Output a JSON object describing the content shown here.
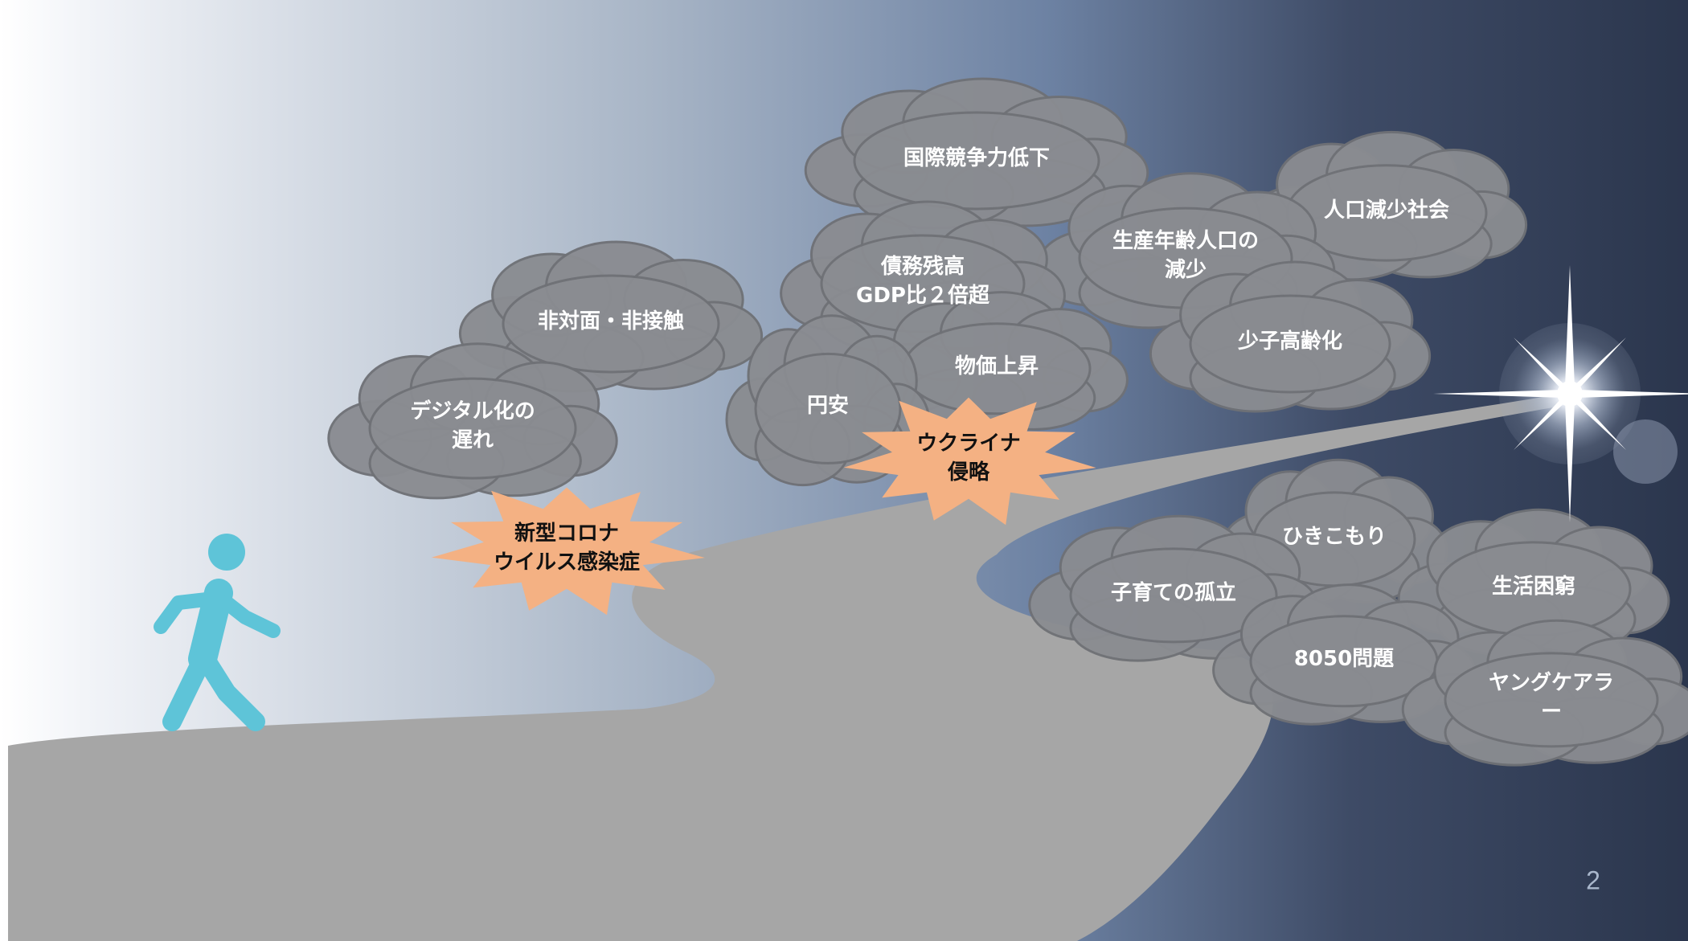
{
  "colors": {
    "sky_light": "#ffffff",
    "sky_mid": "#a7b6c8",
    "sky_blue": "#6f85a6",
    "sky_dark": "#2e3a52",
    "road": "#a6a6a6",
    "cloud_fill": "#8a8c91",
    "cloud_edge": "#6f7176",
    "burst": "#f4b183",
    "walker": "#5ec4d8",
    "cloud_text": "#ffffff",
    "burst_text": "#111111"
  },
  "clouds": [
    {
      "text": "国際競争力低下"
    },
    {
      "text": "人口減少社会"
    },
    {
      "text": "生産年齢人口の\n減少"
    },
    {
      "text": "債務残高\nGDP比２倍超"
    },
    {
      "text": "少子高齢化"
    },
    {
      "text": "非対面・非接触"
    },
    {
      "text": "物価上昇"
    },
    {
      "text": "円安"
    },
    {
      "text": "デジタル化の\n遅れ"
    },
    {
      "text": "ひきこもり"
    },
    {
      "text": "生活困窮"
    },
    {
      "text": "子育ての孤立"
    },
    {
      "text": "8050問題"
    },
    {
      "text": "ヤングケアラー"
    }
  ],
  "bursts": [
    {
      "text": "新型コロナ\nウイルス感染症"
    },
    {
      "text": "ウクライナ\n侵略"
    }
  ],
  "icons": {
    "walker": "walking-person-icon",
    "light": "bright-star-icon"
  },
  "page_number": "2"
}
